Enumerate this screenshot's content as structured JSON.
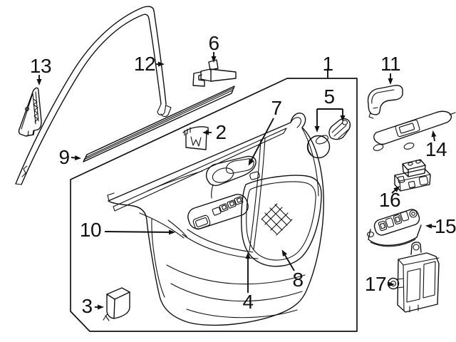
{
  "figure": {
    "background_color": "#ffffff",
    "line_color": "#111111",
    "callout_color": "#111111"
  },
  "callouts": [
    {
      "label": "1"
    },
    {
      "label": "2"
    },
    {
      "label": "3"
    },
    {
      "label": "4"
    },
    {
      "label": "5"
    },
    {
      "label": "6"
    },
    {
      "label": "7"
    },
    {
      "label": "8"
    },
    {
      "label": "9"
    },
    {
      "label": "10"
    },
    {
      "label": "11"
    },
    {
      "label": "12"
    },
    {
      "label": "13"
    },
    {
      "label": "14"
    },
    {
      "label": "15"
    },
    {
      "label": "16"
    },
    {
      "label": "17"
    }
  ]
}
